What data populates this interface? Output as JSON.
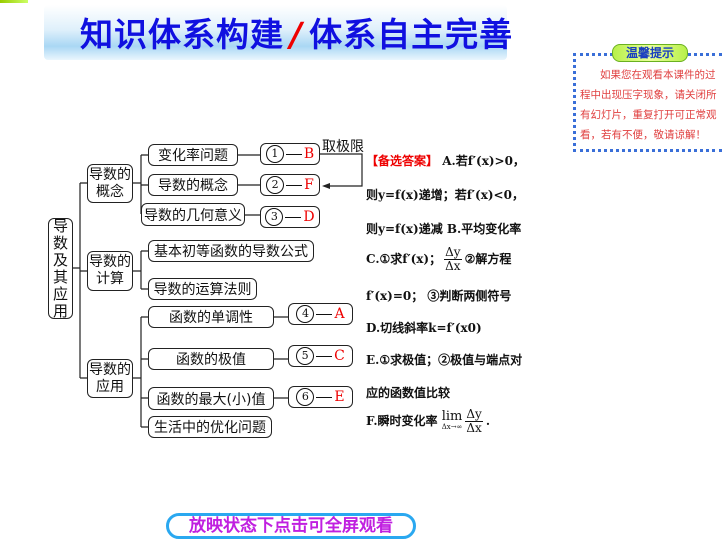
{
  "header": {
    "title_left": "知识体系构建",
    "slash": "/",
    "title_right": "体系自主完善"
  },
  "tip": {
    "badge": "温馨提示",
    "text": "如果您在观看本课件的过程中出现压字现象，请关闭所有幻灯片，重复打开可正常观看，若有不便，敬请谅解！"
  },
  "mindmap": {
    "root": "导数及其应用",
    "branches": [
      "导数的概念",
      "导数的计算",
      "导数的应用"
    ],
    "leaves": [
      "变化率问题",
      "导数的概念",
      "导数的几何意义",
      "基本初等函数的导数公式",
      "导数的运算法则",
      "函数的单调性",
      "函数的极值",
      "函数的最大(小)值",
      "生活中的优化问题"
    ],
    "answers": [
      {
        "num": "1",
        "letter": "B"
      },
      {
        "num": "2",
        "letter": "F"
      },
      {
        "num": "3",
        "letter": "D"
      },
      {
        "num": "4",
        "letter": "A"
      },
      {
        "num": "5",
        "letter": "C"
      },
      {
        "num": "6",
        "letter": "E"
      }
    ],
    "limit_label": "取极限"
  },
  "answers_text": {
    "heading": "【备选答案】",
    "l1": "A.若f′(x)>0，",
    "l2": "则y=f(x)递增；若f′(x)<0，",
    "l3": "则y=f(x)递减  B.平均变化率",
    "l4a": "C.①求f′(x)；",
    "l4b": "②解方程",
    "l5": "f′(x)=0；   ③判断两侧符号",
    "l6": "D.切线斜率k=f′(x0)",
    "l7": "E.①求极值；②极值与端点对",
    "l8": "应的函数值比较",
    "l9": "F.瞬时变化率",
    "frac_num": "Δy",
    "frac_den": "Δx",
    "lim": "lim",
    "lim_sub": "Δx→∞",
    "period": "."
  },
  "footer": {
    "fullscreen_button": "放映状态下点击可全屏观看"
  }
}
